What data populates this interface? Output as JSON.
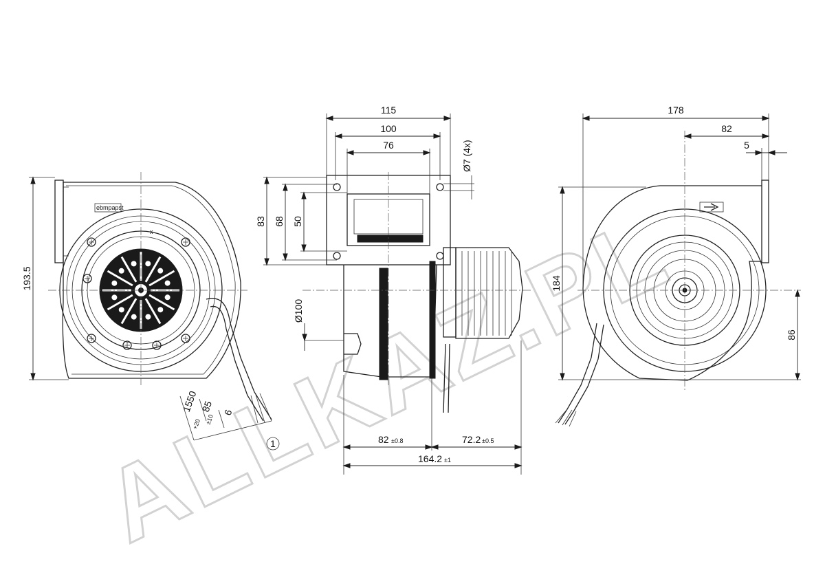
{
  "watermark": {
    "text": "ALLKAZ.PL"
  },
  "brand_label": "ebmpapst",
  "item_marker": "1",
  "left_view": {
    "height_label": "193.5",
    "cable_length_label": "1550",
    "cable_length_tol": "+20",
    "strip_length_label": "85",
    "strip_length_tol": "±10",
    "wire_end_label": "6",
    "motor_mark": "x"
  },
  "middle_view": {
    "width_115": "115",
    "width_100": "100",
    "width_76": "76",
    "hole_label": "Ø7 (4x)",
    "height_83": "83",
    "height_68": "68",
    "height_50": "50",
    "inlet_label": "Ø100",
    "dim_82": "82",
    "dim_82_tol": "±0.8",
    "dim_72": "72.2",
    "dim_72_tol": "±0.5",
    "dim_164": "164.2",
    "dim_164_tol": "±1"
  },
  "right_view": {
    "width_178": "178",
    "width_82": "82",
    "width_5": "5",
    "height_184": "184",
    "height_86": "86"
  }
}
